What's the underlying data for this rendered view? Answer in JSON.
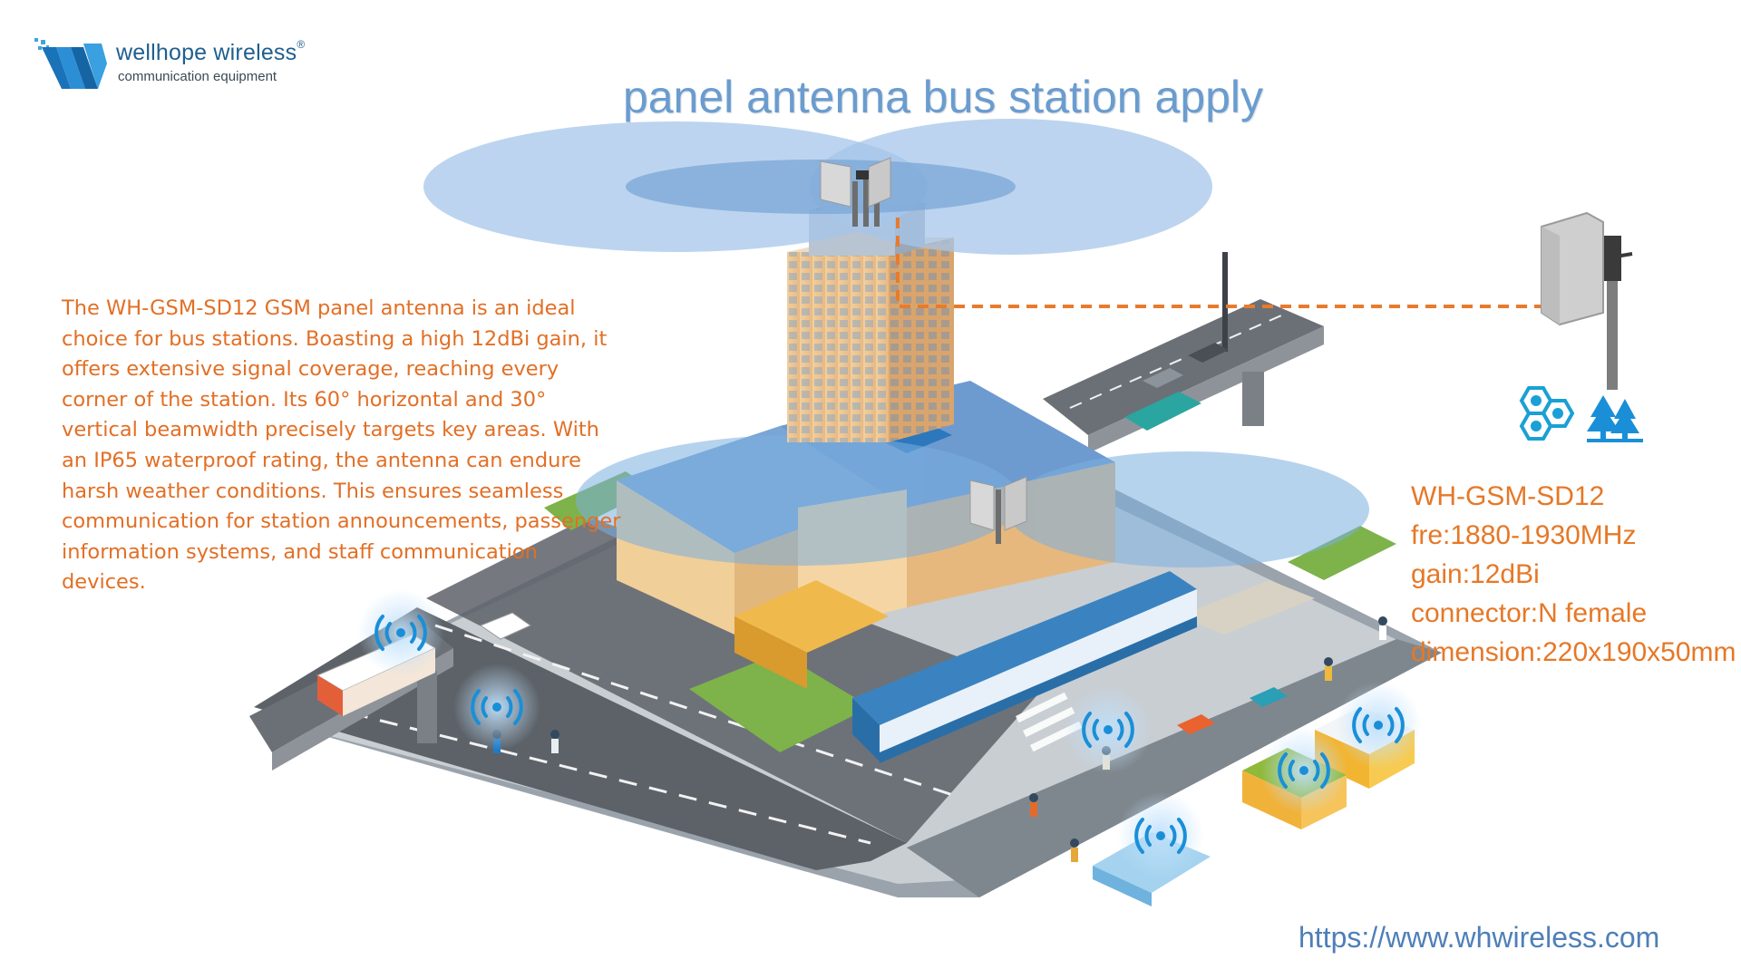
{
  "logo": {
    "name": "wellhope wireless",
    "registered": "®",
    "tagline": "communication equipment"
  },
  "title": "panel antenna bus station apply",
  "description": "The WH-GSM-SD12 GSM panel antenna is an ideal choice for bus stations. Boasting a high 12dBi gain, it offers extensive signal coverage, reaching every corner of the station. Its 60° horizontal and 30° vertical beamwidth precisely targets key areas. With an IP65 waterproof rating, the antenna can endure harsh weather conditions. This ensures seamless communication for station announcements, passenger information systems, and staff communication devices.",
  "specs": {
    "model": "WH-GSM-SD12",
    "frequency": "fre:1880-1930MHz",
    "gain": "gain:12dBi",
    "connector": "connector:N female",
    "dimension": "dimension:220x190x50mm"
  },
  "url": "https://www.whwireless.com",
  "icons": [
    "hexagon-network-icon",
    "trees-icon",
    "wifi-signal-icon",
    "panel-antenna-icon"
  ],
  "colors": {
    "title": "#6a9ccf",
    "description": "#e26f25",
    "specs": "#e67827",
    "url": "#4e7fb8",
    "signal": "#1a8fd8",
    "coverage": "#9dc3e8",
    "feed_line": "#e87b2c",
    "brand": "#1f5f8f"
  }
}
